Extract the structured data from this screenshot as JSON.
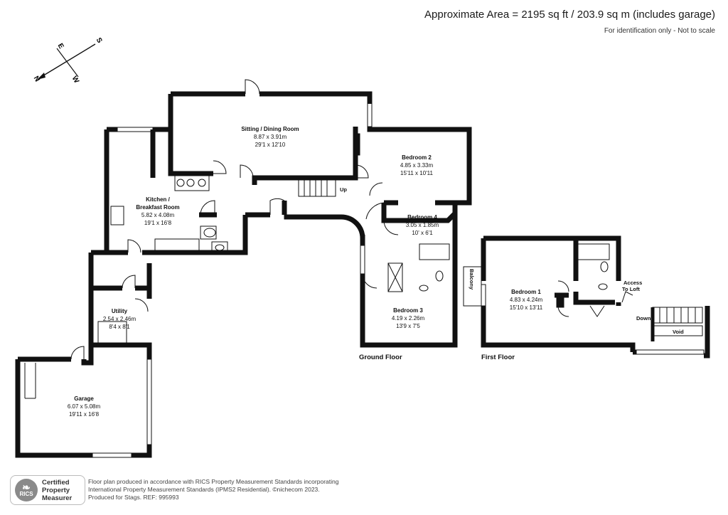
{
  "header": {
    "approx_area": "Approximate Area = 2195 sq ft / 203.9 sq m (includes garage)",
    "identification_note": "For identification only - Not to scale"
  },
  "compass": {
    "n": "N",
    "s": "S",
    "e": "E",
    "w": "W"
  },
  "rooms": {
    "sitting_dining": {
      "name": "Sitting / Dining Room",
      "metric": "8.87 x 3.91m",
      "imperial": "29'1 x 12'10"
    },
    "kitchen": {
      "name_line1": "Kitchen /",
      "name_line2": "Breakfast Room",
      "metric": "5.82 x 4.08m",
      "imperial": "19'1 x 16'8"
    },
    "bedroom2": {
      "name": "Bedroom 2",
      "metric": "4.85 x 3.33m",
      "imperial": "15'11 x 10'11"
    },
    "bedroom4": {
      "name": "Bedroom 4",
      "metric": "3.05 x 1.85m",
      "imperial": "10' x 6'1"
    },
    "bedroom3": {
      "name": "Bedroom 3",
      "metric": "4.19 x 2.26m",
      "imperial": "13'9 x 7'5"
    },
    "utility": {
      "name": "Utility",
      "metric": "2.54 x 2.46m",
      "imperial": "8'4 x 8'1"
    },
    "garage": {
      "name": "Garage",
      "metric": "6.07 x 5.08m",
      "imperial": "19'11 x 16'8"
    },
    "bedroom1": {
      "name": "Bedroom 1",
      "metric": "4.83 x 4.24m",
      "imperial": "15'10 x 13'11"
    }
  },
  "labels": {
    "up": "Up",
    "down": "Down",
    "void": "Void",
    "balcony": "Balcony",
    "access_line1": "Access",
    "access_line2": "To Loft",
    "ground_floor": "Ground Floor",
    "first_floor": "First Floor"
  },
  "badge": {
    "rics": "RICS",
    "line1": "Certified",
    "line2": "Property",
    "line3": "Measurer"
  },
  "footer": {
    "line1": "Floor plan produced in accordance with RICS Property Measurement Standards incorporating",
    "line2": "International Property Measurement Standards (IPMS2 Residential).  ©nichecom 2023.",
    "line3": "Produced for Stags.   REF: 995993"
  }
}
